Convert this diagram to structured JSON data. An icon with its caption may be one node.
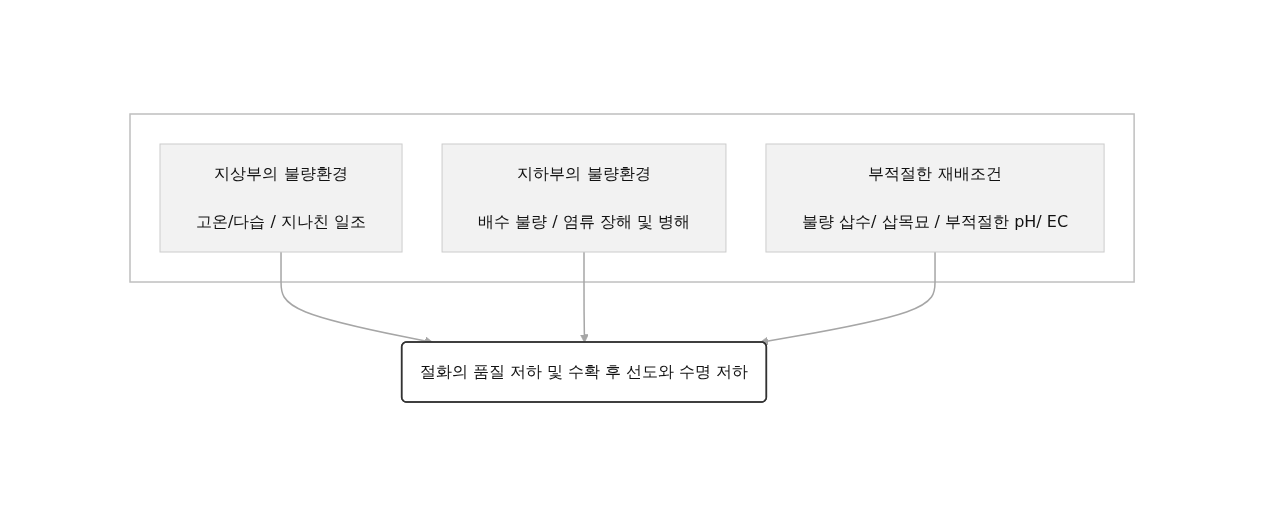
{
  "diagram": {
    "nodes": [
      {
        "text": [],
        "shape": "box"
      },
      {
        "text": [
          "지상부의 불량환경",
          "고온/다습 / 지나친 일조"
        ],
        "in": 0
      },
      {
        "text": [
          "지하부의 불량환경",
          "배수 불량 / 염류 장해 및 병해"
        ],
        "in": 0
      },
      {
        "text": [
          "부적절한 재배조건",
          "불량 삽수/ 삽목묘 / 부적절한 pH/ EC"
        ],
        "in": 0
      },
      {
        "text": [
          "절화의 품질 저하 및 수확 후 선도와 수명 저하"
        ]
      }
    ],
    "edges": [
      {
        "from": 1,
        "to": 4,
        "arrow": "to"
      },
      {
        "from": 2,
        "to": 4,
        "arrow": "to"
      },
      {
        "from": 3,
        "to": 4,
        "arrow": "to"
      }
    ]
  }
}
